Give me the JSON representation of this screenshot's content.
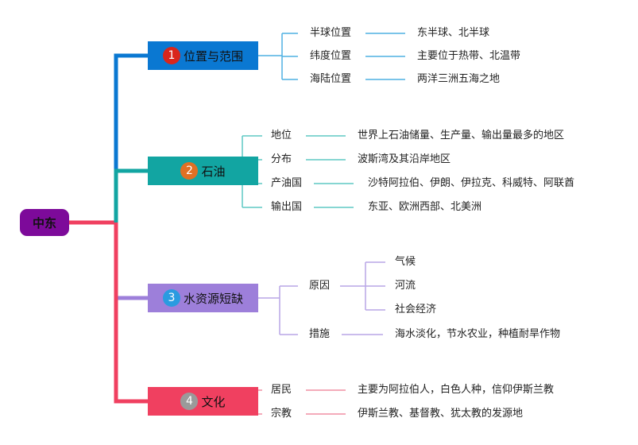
{
  "root": "中东",
  "topics": [
    {
      "num": "1",
      "label": "位置与范围",
      "color": "#0a78d2",
      "items": [
        {
          "label": "半球位置",
          "detail": "东半球、北半球"
        },
        {
          "label": "纬度位置",
          "detail": "主要位于热带、北温带"
        },
        {
          "label": "海陆位置",
          "detail": "两洋三洲五海之地"
        }
      ]
    },
    {
      "num": "2",
      "label": "石油",
      "color": "#12a5a2",
      "items": [
        {
          "label": "地位",
          "detail": "世界上石油储量、生产量、输出量最多的地区"
        },
        {
          "label": "分布",
          "detail": "波斯湾及其沿岸地区"
        },
        {
          "label": "产油国",
          "detail": "沙特阿拉伯、伊朗、伊拉克、科威特、阿联酋"
        },
        {
          "label": "输出国",
          "detail": "东亚、欧洲西部、北美洲"
        }
      ]
    },
    {
      "num": "3",
      "label": "水资源短缺",
      "color": "#9d7fda",
      "items": [
        {
          "label": "原因",
          "sub": [
            "气候",
            "河流",
            "社会经济"
          ]
        },
        {
          "label": "措施",
          "detail": "海水淡化，节水农业，种植耐旱作物"
        }
      ]
    },
    {
      "num": "4",
      "label": "文化",
      "color": "#f04060",
      "items": [
        {
          "label": "居民",
          "detail": "主要为阿拉伯人，白色人种，信仰伊斯兰教"
        },
        {
          "label": "宗教",
          "detail": "伊斯兰教、基督教、犹太教的发源地"
        }
      ]
    }
  ]
}
